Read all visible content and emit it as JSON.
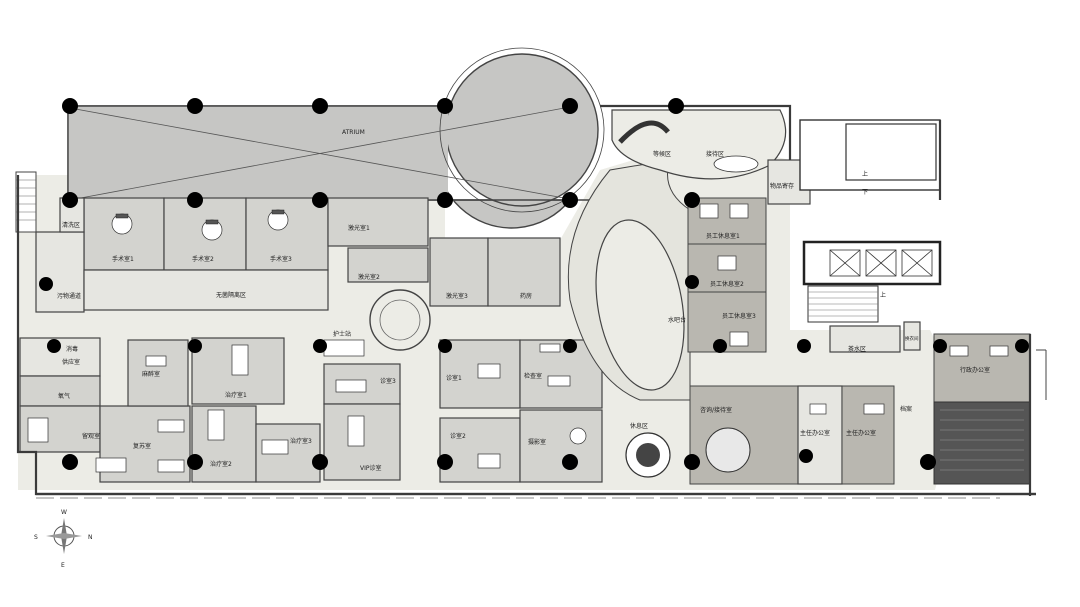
{
  "atrium": "ATRIUM",
  "rooms": {
    "cleaning": "清洗区",
    "op1": "手术室1",
    "op2": "手术室2",
    "op3": "手术室3",
    "laser1": "激光室1",
    "laser2": "激光室2",
    "laser3": "激光室3",
    "aseptic": "无菌隔离区",
    "dirty_corridor": "污物通道",
    "pharmacy": "药房",
    "nurse": "护士站",
    "disinfect": "消毒",
    "supply": "供应室",
    "oxygen": "氧气",
    "anesthesia": "麻醉室",
    "observe": "留观室",
    "recovery": "复苏室",
    "treat1": "治疗室1",
    "treat2": "治疗室2",
    "treat3": "治疗室3",
    "consult1": "诊室1",
    "consult2": "诊室2",
    "consult3": "诊室3",
    "vip": "VIP诊室",
    "exam": "检查室",
    "photo": "摄影室",
    "waiting": "等候区",
    "reception": "接待区",
    "bar": "水吧台",
    "rest": "休息区",
    "staff1": "员工休息室1",
    "staff2": "员工休息室2",
    "staff3": "员工休息室3",
    "storage": "物品寄存",
    "tea": "茶水区",
    "change": "换衣间",
    "admin": "行政办公室",
    "consult_recep": "咨询/接待室",
    "director1": "主任办公室",
    "director2": "主任办公室",
    "archive": "档案",
    "up": "上",
    "down": "下",
    "up2": "上"
  },
  "compass": {
    "n": "N",
    "s": "S",
    "e": "E",
    "w": "W"
  },
  "colors": {
    "wall": "#3a3a3a",
    "atrium": "#c8c8c8",
    "room": "#d3d3cf",
    "corridor": "#ecece6",
    "column": "#000000"
  }
}
